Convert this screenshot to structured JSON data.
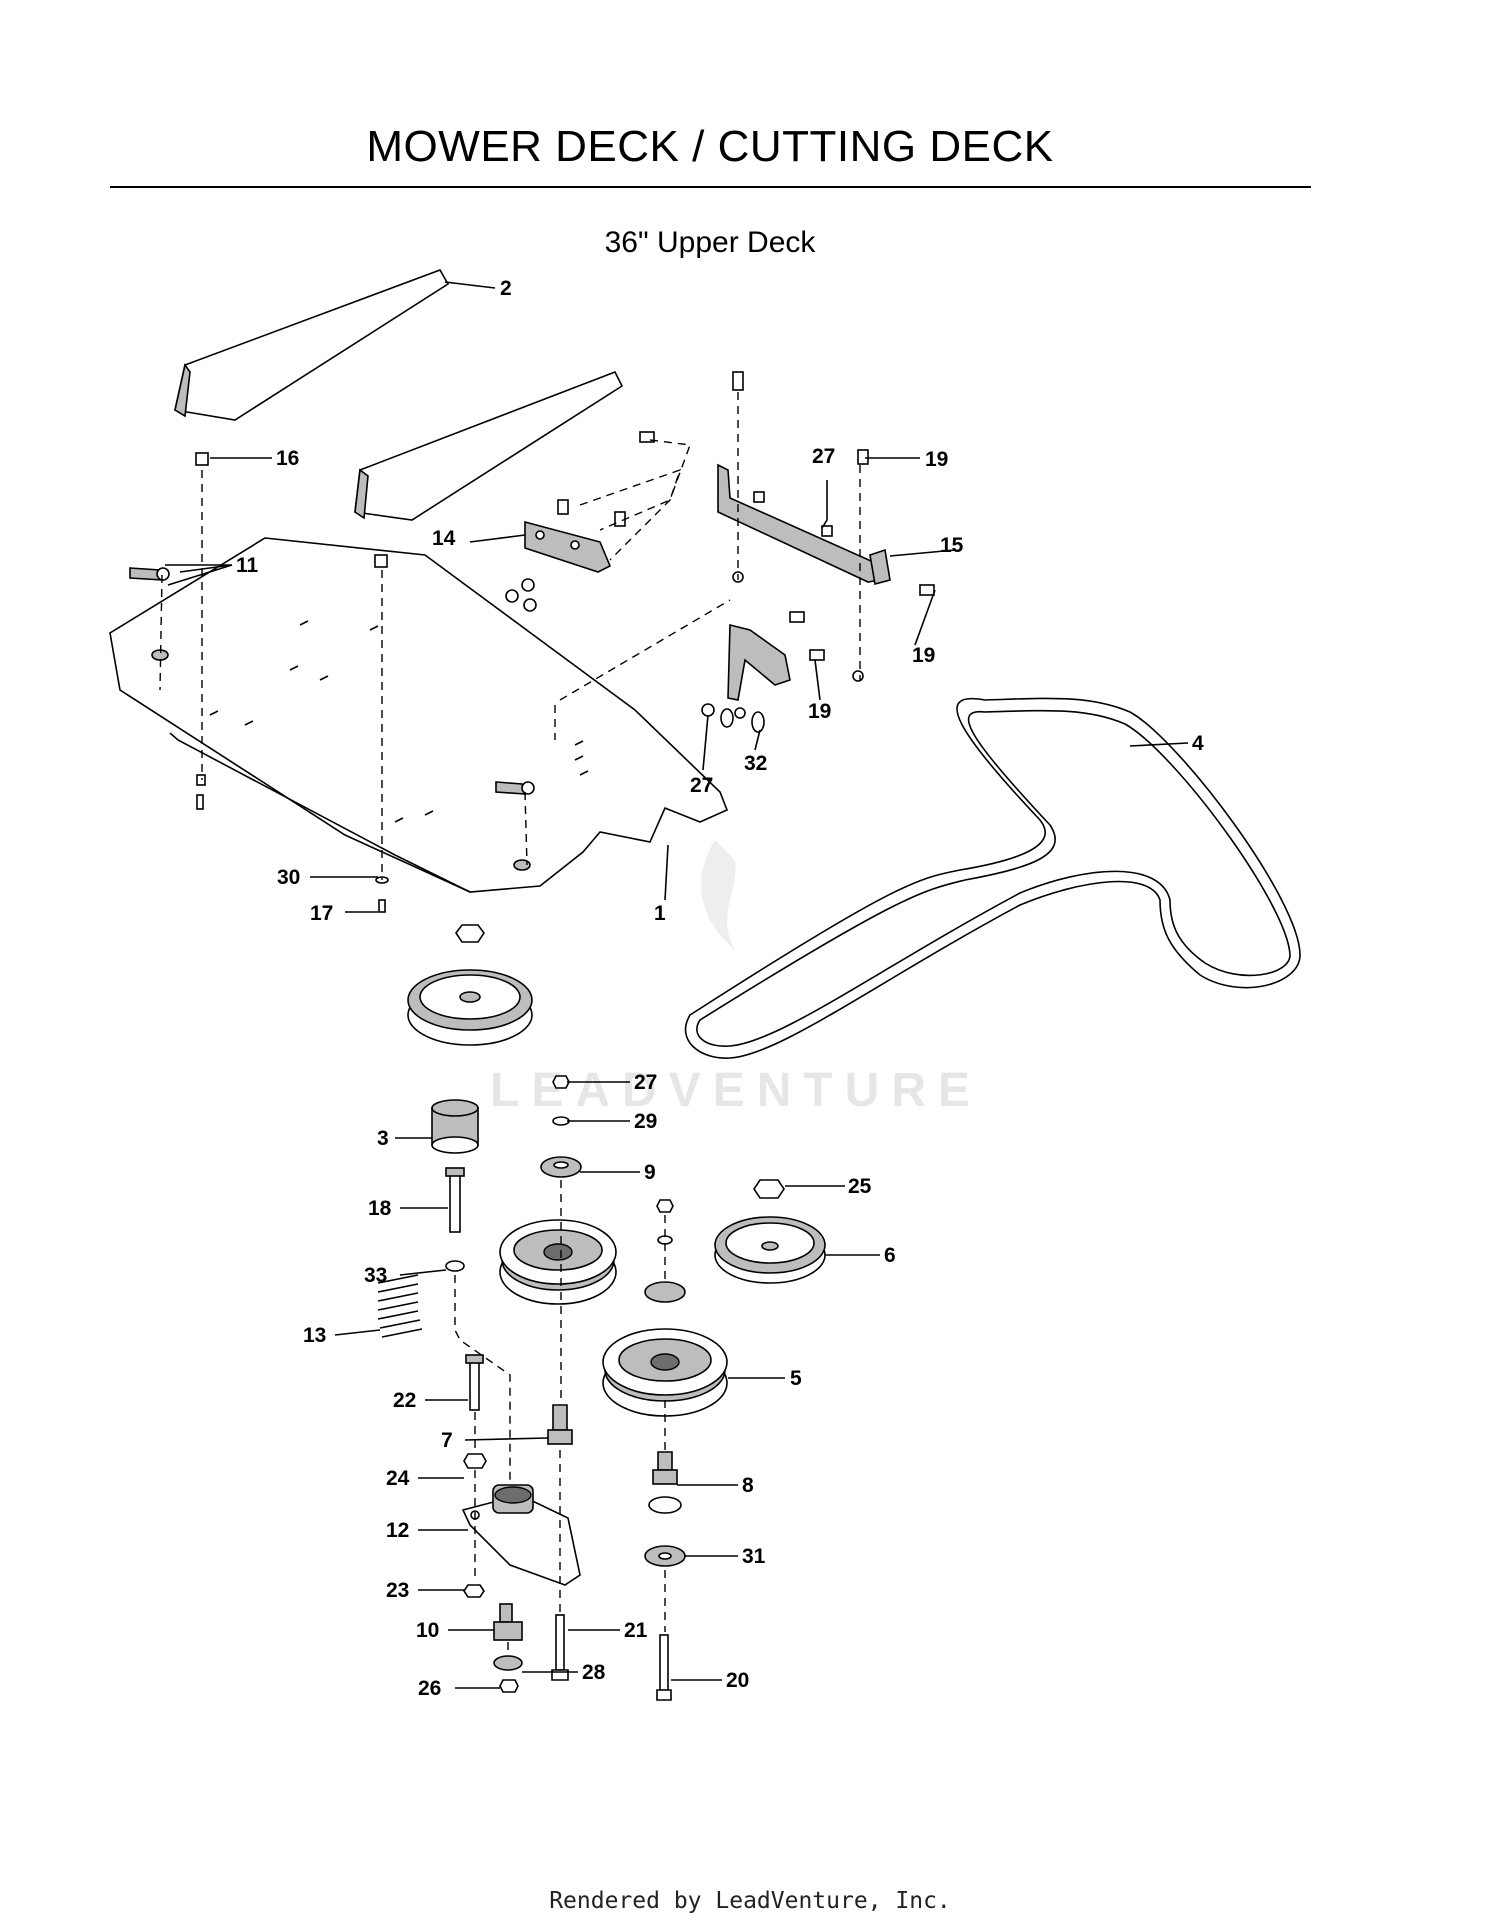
{
  "title": "MOWER DECK / CUTTING DECK",
  "subtitle": "36\" Upper Deck",
  "watermark": "LEADVENTURE",
  "footer": "Rendered by LeadVenture, Inc.",
  "callouts": {
    "c1": "1",
    "c2": "2",
    "c3": "3",
    "c4": "4",
    "c5": "5",
    "c6": "6",
    "c7": "7",
    "c8": "8",
    "c9": "9",
    "c10": "10",
    "c11": "11",
    "c12": "12",
    "c13": "13",
    "c14": "14",
    "c15": "15",
    "c16": "16",
    "c17": "17",
    "c18": "18",
    "c19a": "19",
    "c19b": "19",
    "c19c": "19",
    "c20": "20",
    "c21": "21",
    "c22": "22",
    "c23": "23",
    "c24": "24",
    "c25": "25",
    "c26": "26",
    "c27a": "27",
    "c27b": "27",
    "c27c": "27",
    "c28": "28",
    "c29": "29",
    "c30": "30",
    "c31": "31",
    "c32": "32",
    "c33": "33"
  }
}
